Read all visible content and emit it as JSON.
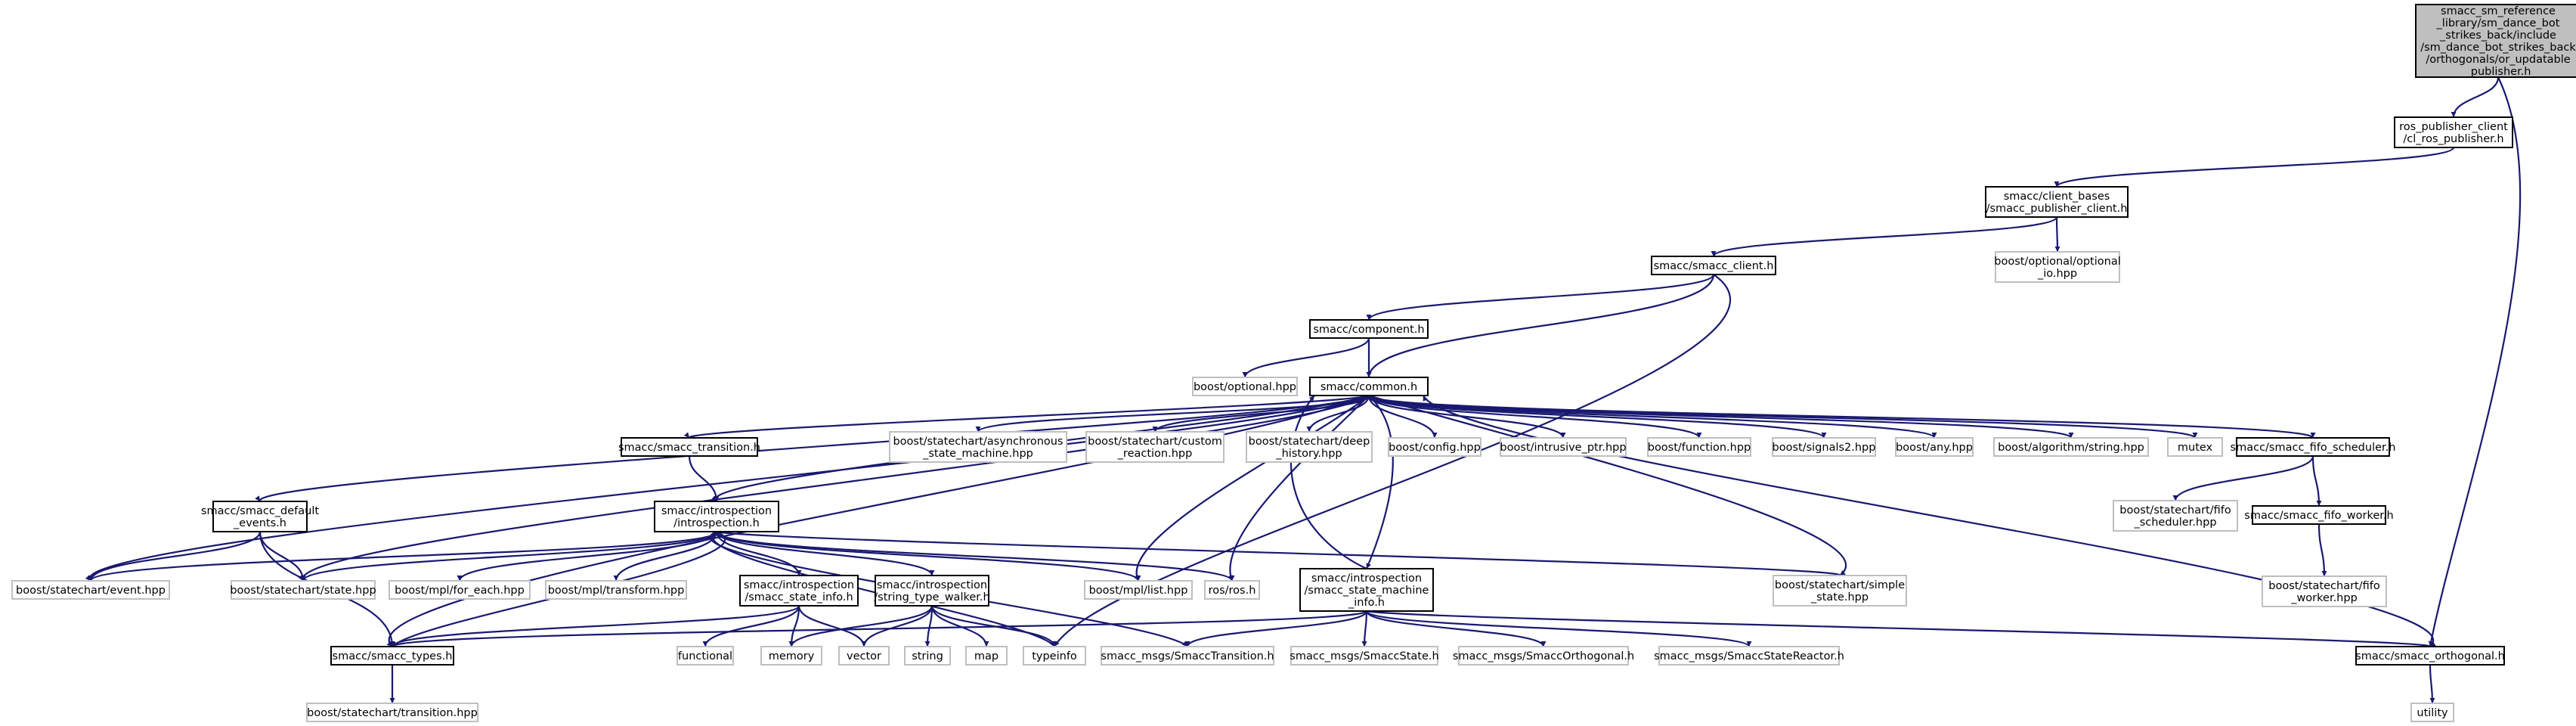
{
  "colors": {
    "edge": "#191970",
    "main_fill": "#bfbfbf",
    "linked_border": "#000000",
    "external_border": "#bfbfbf"
  },
  "nodes": [
    {
      "id": "root",
      "kind": "main",
      "lines": [
        "smacc_sm_reference",
        "_library/sm_dance_bot",
        "_strikes_back/include",
        "/sm_dance_bot_strikes_back",
        "/orthogonals/or_updatable",
        "_publisher.h"
      ]
    },
    {
      "id": "rpc",
      "kind": "linked",
      "lines": [
        "ros_publisher_client",
        "/cl_ros_publisher.h"
      ]
    },
    {
      "id": "spc",
      "kind": "linked",
      "lines": [
        "smacc/client_bases",
        "/smacc_publisher_client.h"
      ]
    },
    {
      "id": "optio",
      "kind": "ext",
      "lines": [
        "boost/optional/optional",
        "_io.hpp"
      ]
    },
    {
      "id": "client",
      "kind": "linked",
      "lines": [
        "smacc/smacc_client.h"
      ]
    },
    {
      "id": "component",
      "kind": "linked",
      "lines": [
        "smacc/component.h"
      ]
    },
    {
      "id": "optional",
      "kind": "ext",
      "lines": [
        "boost/optional.hpp"
      ]
    },
    {
      "id": "common",
      "kind": "linked",
      "lines": [
        "smacc/common.h"
      ]
    },
    {
      "id": "transition",
      "kind": "linked",
      "lines": [
        "smacc/smacc_transition.h"
      ]
    },
    {
      "id": "async",
      "kind": "ext",
      "lines": [
        "boost/statechart/asynchronous",
        "_state_machine.hpp"
      ]
    },
    {
      "id": "custom",
      "kind": "ext",
      "lines": [
        "boost/statechart/custom",
        "_reaction.hpp"
      ]
    },
    {
      "id": "deep",
      "kind": "ext",
      "lines": [
        "boost/statechart/deep",
        "_history.hpp"
      ]
    },
    {
      "id": "config",
      "kind": "ext",
      "lines": [
        "boost/config.hpp"
      ]
    },
    {
      "id": "intrusive",
      "kind": "ext",
      "lines": [
        "boost/intrusive_ptr.hpp"
      ]
    },
    {
      "id": "function",
      "kind": "ext",
      "lines": [
        "boost/function.hpp"
      ]
    },
    {
      "id": "signals2",
      "kind": "ext",
      "lines": [
        "boost/signals2.hpp"
      ]
    },
    {
      "id": "any",
      "kind": "ext",
      "lines": [
        "boost/any.hpp"
      ]
    },
    {
      "id": "algostr",
      "kind": "ext",
      "lines": [
        "boost/algorithm/string.hpp"
      ]
    },
    {
      "id": "mutex",
      "kind": "ext",
      "lines": [
        "mutex"
      ]
    },
    {
      "id": "fifosched",
      "kind": "linked",
      "lines": [
        "smacc/smacc_fifo_scheduler.h"
      ]
    },
    {
      "id": "defev",
      "kind": "linked",
      "lines": [
        "smacc/smacc_default",
        "_events.h"
      ]
    },
    {
      "id": "introspection",
      "kind": "linked",
      "lines": [
        "smacc/introspection",
        "/introspection.h"
      ]
    },
    {
      "id": "bsfifosched",
      "kind": "ext",
      "lines": [
        "boost/statechart/fifo",
        "_scheduler.hpp"
      ]
    },
    {
      "id": "fifoworker",
      "kind": "linked",
      "lines": [
        "smacc/smacc_fifo_worker.h"
      ]
    },
    {
      "id": "event",
      "kind": "ext",
      "lines": [
        "boost/statechart/event.hpp"
      ]
    },
    {
      "id": "state",
      "kind": "ext",
      "lines": [
        "boost/statechart/state.hpp"
      ]
    },
    {
      "id": "foreach",
      "kind": "ext",
      "lines": [
        "boost/mpl/for_each.hpp"
      ]
    },
    {
      "id": "mpltrans",
      "kind": "ext",
      "lines": [
        "boost/mpl/transform.hpp"
      ]
    },
    {
      "id": "stateinfo",
      "kind": "linked",
      "lines": [
        "smacc/introspection",
        "/smacc_state_info.h"
      ]
    },
    {
      "id": "typewalker",
      "kind": "linked",
      "lines": [
        "smacc/introspection",
        "/string_type_walker.h"
      ]
    },
    {
      "id": "mpllist",
      "kind": "ext",
      "lines": [
        "boost/mpl/list.hpp"
      ]
    },
    {
      "id": "rosh",
      "kind": "ext",
      "lines": [
        "ros/ros.h"
      ]
    },
    {
      "id": "smi",
      "kind": "linked",
      "lines": [
        "smacc/introspection",
        "/smacc_state_machine",
        "_info.h"
      ]
    },
    {
      "id": "simple",
      "kind": "ext",
      "lines": [
        "boost/statechart/simple",
        "_state.hpp"
      ]
    },
    {
      "id": "bsfifoworker",
      "kind": "ext",
      "lines": [
        "boost/statechart/fifo",
        "_worker.hpp"
      ]
    },
    {
      "id": "types",
      "kind": "linked",
      "lines": [
        "smacc/smacc_types.h"
      ]
    },
    {
      "id": "functional",
      "kind": "ext",
      "lines": [
        "functional"
      ]
    },
    {
      "id": "memory",
      "kind": "ext",
      "lines": [
        "memory"
      ]
    },
    {
      "id": "vector",
      "kind": "ext",
      "lines": [
        "vector"
      ]
    },
    {
      "id": "string",
      "kind": "ext",
      "lines": [
        "string"
      ]
    },
    {
      "id": "map",
      "kind": "ext",
      "lines": [
        "map"
      ]
    },
    {
      "id": "typeinfo",
      "kind": "ext",
      "lines": [
        "typeinfo"
      ]
    },
    {
      "id": "msgtrans",
      "kind": "ext",
      "lines": [
        "smacc_msgs/SmaccTransition.h"
      ]
    },
    {
      "id": "msgstate",
      "kind": "ext",
      "lines": [
        "smacc_msgs/SmaccState.h"
      ]
    },
    {
      "id": "msgorth",
      "kind": "ext",
      "lines": [
        "smacc_msgs/SmaccOrthogonal.h"
      ]
    },
    {
      "id": "msgreact",
      "kind": "ext",
      "lines": [
        "smacc_msgs/SmaccStateReactor.h"
      ]
    },
    {
      "id": "orthogonal",
      "kind": "linked",
      "lines": [
        "smacc/smacc_orthogonal.h"
      ]
    },
    {
      "id": "bstrans",
      "kind": "ext",
      "lines": [
        "boost/statechart/transition.hpp"
      ]
    },
    {
      "id": "utility",
      "kind": "ext",
      "lines": [
        "utility"
      ]
    }
  ],
  "edges": [
    [
      "root",
      "rpc"
    ],
    [
      "root",
      "orthogonal"
    ],
    [
      "rpc",
      "spc"
    ],
    [
      "spc",
      "client"
    ],
    [
      "spc",
      "optio"
    ],
    [
      "client",
      "component"
    ],
    [
      "client",
      "common"
    ],
    [
      "client",
      "typeinfo"
    ],
    [
      "component",
      "optional"
    ],
    [
      "component",
      "common"
    ],
    [
      "common",
      "transition"
    ],
    [
      "common",
      "async"
    ],
    [
      "common",
      "custom"
    ],
    [
      "common",
      "deep"
    ],
    [
      "common",
      "config"
    ],
    [
      "common",
      "intrusive"
    ],
    [
      "common",
      "function"
    ],
    [
      "common",
      "signals2"
    ],
    [
      "common",
      "any"
    ],
    [
      "common",
      "algostr"
    ],
    [
      "common",
      "mutex"
    ],
    [
      "common",
      "fifosched"
    ],
    [
      "common",
      "defev"
    ],
    [
      "common",
      "introspection"
    ],
    [
      "common",
      "event"
    ],
    [
      "common",
      "state"
    ],
    [
      "common",
      "simple"
    ],
    [
      "common",
      "mpllist"
    ],
    [
      "common",
      "rosh"
    ],
    [
      "common",
      "types"
    ],
    [
      "common",
      "smi"
    ],
    [
      "fifosched",
      "bsfifosched"
    ],
    [
      "fifosched",
      "fifoworker"
    ],
    [
      "fifoworker",
      "bsfifoworker"
    ],
    [
      "transition",
      "introspection"
    ],
    [
      "defev",
      "event"
    ],
    [
      "defev",
      "state"
    ],
    [
      "defev",
      "types"
    ],
    [
      "introspection",
      "event"
    ],
    [
      "introspection",
      "state"
    ],
    [
      "introspection",
      "foreach"
    ],
    [
      "introspection",
      "mpltrans"
    ],
    [
      "introspection",
      "stateinfo"
    ],
    [
      "introspection",
      "typewalker"
    ],
    [
      "introspection",
      "mpllist"
    ],
    [
      "introspection",
      "rosh"
    ],
    [
      "introspection",
      "simple"
    ],
    [
      "introspection",
      "types"
    ],
    [
      "introspection",
      "typeinfo"
    ],
    [
      "introspection",
      "msgtrans"
    ],
    [
      "stateinfo",
      "types"
    ],
    [
      "stateinfo",
      "functional"
    ],
    [
      "stateinfo",
      "memory"
    ],
    [
      "stateinfo",
      "vector"
    ],
    [
      "typewalker",
      "memory"
    ],
    [
      "typewalker",
      "vector"
    ],
    [
      "typewalker",
      "string"
    ],
    [
      "typewalker",
      "map"
    ],
    [
      "typewalker",
      "typeinfo"
    ],
    [
      "smi",
      "common"
    ],
    [
      "smi",
      "types"
    ],
    [
      "smi",
      "msgtrans"
    ],
    [
      "smi",
      "msgstate"
    ],
    [
      "smi",
      "msgorth"
    ],
    [
      "smi",
      "msgreact"
    ],
    [
      "smi",
      "orthogonal"
    ],
    [
      "types",
      "bstrans"
    ],
    [
      "orthogonal",
      "common"
    ],
    [
      "orthogonal",
      "utility"
    ]
  ]
}
